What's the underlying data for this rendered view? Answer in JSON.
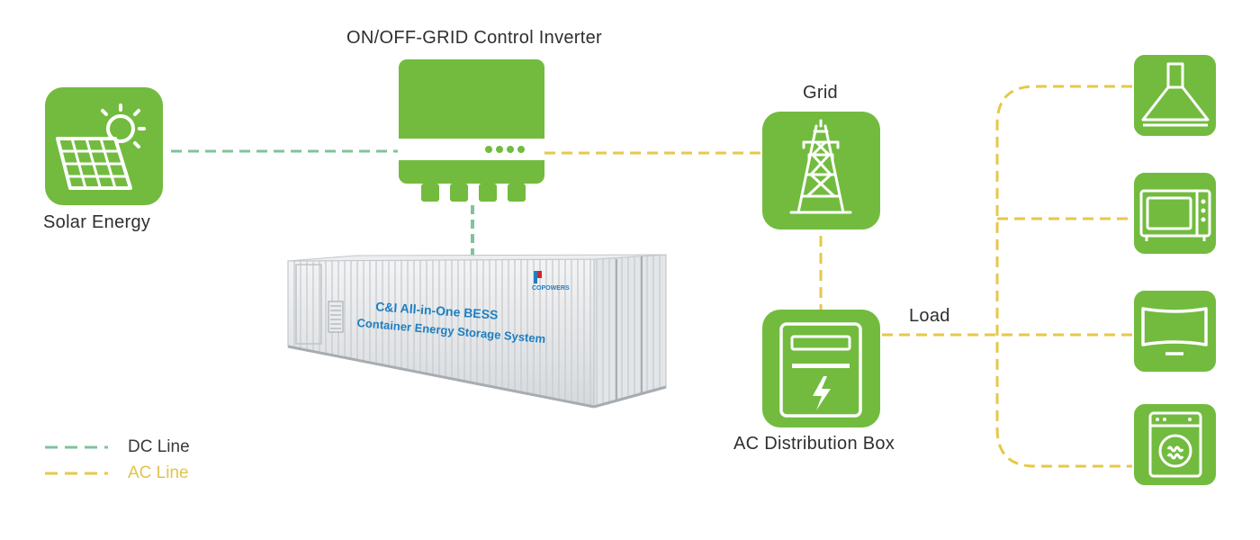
{
  "title": "ON/OFF-GRID Control Inverter",
  "nodes": {
    "solar": "Solar Energy",
    "grid": "Grid",
    "ac_box": "AC Distribution Box",
    "load": "Load"
  },
  "container": {
    "title": "C&I All-in-One BESS",
    "subtitle": "Container Energy Storage System",
    "brand": "COPOWERS"
  },
  "legend": {
    "dc": "DC Line",
    "ac": "AC Line"
  },
  "colors": {
    "green": "#72bb3f",
    "dc_line": "#7fc39e",
    "ac_line": "#e6c84a",
    "container_text": "#1e7fc2"
  },
  "load_icons": [
    "range-hood-icon",
    "microwave-icon",
    "tv-icon",
    "washing-machine-icon"
  ]
}
